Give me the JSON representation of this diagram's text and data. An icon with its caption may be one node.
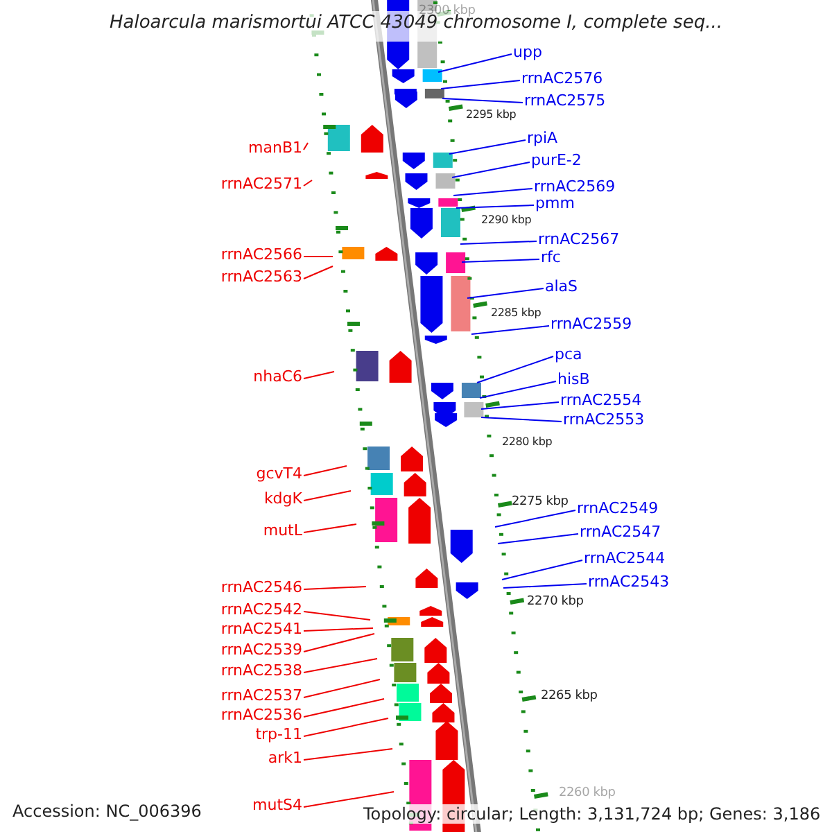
{
  "diagram": {
    "title": "Haloarcula marismortui ATCC 43049 chromosome I, complete seq...",
    "nodes": [
      {
        "text": [
          "upp"
        ]
      },
      {
        "text": [
          "rrnAC2576"
        ]
      },
      {
        "text": [
          "rrnAC2575"
        ]
      },
      {
        "text": [
          "rpiA"
        ]
      },
      {
        "text": [
          "manB1"
        ]
      },
      {
        "text": [
          "purE-2"
        ]
      },
      {
        "text": [
          "rrnAC2571"
        ]
      },
      {
        "text": [
          "rrnAC2569"
        ]
      },
      {
        "text": [
          "pmm"
        ]
      },
      {
        "text": [
          "rrnAC2567"
        ]
      },
      {
        "text": [
          "rfc"
        ]
      },
      {
        "text": [
          "rrnAC2566"
        ]
      },
      {
        "text": [
          "rrnAC2563"
        ]
      },
      {
        "text": [
          "alaS"
        ]
      },
      {
        "text": [
          "rrnAC2559"
        ]
      },
      {
        "text": [
          "pca"
        ]
      },
      {
        "text": [
          "nhaC6"
        ]
      },
      {
        "text": [
          "hisB"
        ]
      },
      {
        "text": [
          "rrnAC2554"
        ]
      },
      {
        "text": [
          "rrnAC2553"
        ]
      },
      {
        "text": [
          "gcvT4"
        ]
      },
      {
        "text": [
          "kdgK"
        ]
      },
      {
        "text": [
          "rrnAC2549"
        ]
      },
      {
        "text": [
          "mutL"
        ]
      },
      {
        "text": [
          "rrnAC2547"
        ]
      },
      {
        "text": [
          "rrnAC2544"
        ]
      },
      {
        "text": [
          "rrnAC2543"
        ]
      },
      {
        "text": [
          "rrnAC2546"
        ]
      },
      {
        "text": [
          "rrnAC2542"
        ]
      },
      {
        "text": [
          "rrnAC2541"
        ]
      },
      {
        "text": [
          "rrnAC2539"
        ]
      },
      {
        "text": [
          "rrnAC2538"
        ]
      },
      {
        "text": [
          "rrnAC2537"
        ]
      },
      {
        "text": [
          "rrnAC2536"
        ]
      },
      {
        "text": [
          "trp-11"
        ]
      },
      {
        "text": [
          "ark1"
        ]
      },
      {
        "text": [
          "mutS4"
        ]
      }
    ],
    "edges": [
      {
        "from": 0,
        "to": null,
        "arrow": "none"
      },
      {
        "from": 1,
        "to": null,
        "arrow": "none"
      },
      {
        "from": 2,
        "to": null,
        "arrow": "none"
      },
      {
        "from": 3,
        "to": null,
        "arrow": "none"
      },
      {
        "from": 4,
        "to": null,
        "arrow": "none",
        "color": "#ee0000"
      },
      {
        "from": 5,
        "to": null,
        "arrow": "none"
      },
      {
        "from": 6,
        "to": null,
        "arrow": "none",
        "color": "#ee0000"
      },
      {
        "from": 7,
        "to": null,
        "arrow": "none"
      },
      {
        "from": 8,
        "to": null,
        "arrow": "none"
      },
      {
        "from": 9,
        "to": null,
        "arrow": "none"
      },
      {
        "from": 10,
        "to": null,
        "arrow": "none"
      },
      {
        "from": 11,
        "to": null,
        "arrow": "none",
        "color": "#ee0000"
      },
      {
        "from": 12,
        "to": null,
        "arrow": "none",
        "color": "#ee0000"
      },
      {
        "from": 13,
        "to": null,
        "arrow": "none"
      },
      {
        "from": 14,
        "to": null,
        "arrow": "none"
      },
      {
        "from": 15,
        "to": null,
        "arrow": "none"
      },
      {
        "from": 16,
        "to": null,
        "arrow": "none",
        "color": "#ee0000"
      },
      {
        "from": 17,
        "to": null,
        "arrow": "none"
      },
      {
        "from": 18,
        "to": null,
        "arrow": "none"
      },
      {
        "from": 19,
        "to": null,
        "arrow": "none"
      },
      {
        "from": 20,
        "to": null,
        "arrow": "none",
        "color": "#ee0000"
      },
      {
        "from": 21,
        "to": null,
        "arrow": "none",
        "color": "#ee0000"
      },
      {
        "from": 22,
        "to": null,
        "arrow": "none"
      },
      {
        "from": 23,
        "to": null,
        "arrow": "none",
        "color": "#ee0000"
      },
      {
        "from": 24,
        "to": null,
        "arrow": "none"
      },
      {
        "from": 25,
        "to": null,
        "arrow": "none"
      },
      {
        "from": 26,
        "to": null,
        "arrow": "none"
      },
      {
        "from": 27,
        "to": null,
        "arrow": "none",
        "color": "#ee0000"
      },
      {
        "from": 28,
        "to": null,
        "arrow": "none",
        "color": "#ee0000"
      },
      {
        "from": 29,
        "to": null,
        "arrow": "none",
        "color": "#ee0000"
      },
      {
        "from": 30,
        "to": null,
        "arrow": "none",
        "color": "#ee0000"
      },
      {
        "from": 31,
        "to": null,
        "arrow": "none",
        "color": "#ee0000"
      },
      {
        "from": 32,
        "to": null,
        "arrow": "none",
        "color": "#ee0000"
      },
      {
        "from": 33,
        "to": null,
        "arrow": "none",
        "color": "#ee0000"
      },
      {
        "from": 34,
        "to": null,
        "arrow": "none",
        "color": "#ee0000"
      },
      {
        "from": 35,
        "to": null,
        "arrow": "none",
        "color": "#ee0000"
      },
      {
        "from": 36,
        "to": null,
        "arrow": "none",
        "color": "#ee0000"
      }
    ],
    "labels": [
      "2300 kbp",
      "2295 kbp",
      "2290 kbp",
      "2285 kbp",
      "2280 kbp",
      "2275 kbp",
      "2270 kbp",
      "2265 kbp",
      "2260 kbp",
      "Accession: NC_006396",
      "Topology: circular; Length: 3,131,724 bp; Genes: 3,186"
    ]
  }
}
